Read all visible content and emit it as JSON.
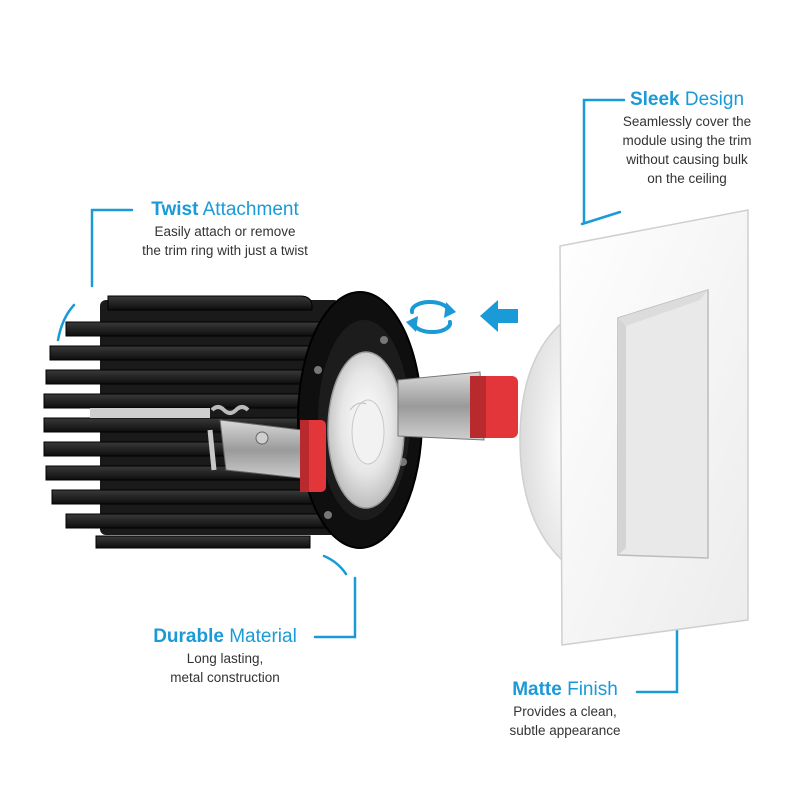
{
  "colors": {
    "accent": "#1a9ad6",
    "heatsink": "#141414",
    "trim": "#f7f7f7",
    "clip_red": "#e2363a",
    "text": "#333333"
  },
  "callouts": {
    "sleek": {
      "bold": "Sleek",
      "rest": " Design",
      "lines": [
        "Seamlessly cover the",
        "module using the trim",
        "without causing bulk",
        "on the ceiling"
      ]
    },
    "twist": {
      "bold": "Twist",
      "rest": " Attachment",
      "lines": [
        "Easily attach or remove",
        "the trim ring with just a twist"
      ]
    },
    "durable": {
      "bold": "Durable",
      "rest": " Material",
      "lines": [
        "Long lasting,",
        "metal construction"
      ]
    },
    "matte": {
      "bold": "Matte",
      "rest": " Finish",
      "lines": [
        "Provides a clean,",
        "subtle appearance"
      ]
    }
  },
  "icons": {
    "rotate": "rotate-arrows-icon",
    "push": "arrow-left-icon"
  }
}
